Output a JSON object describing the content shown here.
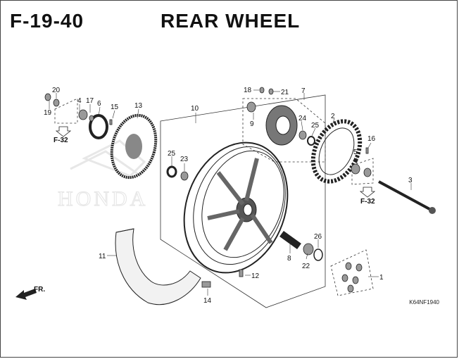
{
  "header": {
    "code": "F-19-40",
    "title": "REAR WHEEL"
  },
  "watermark": "HONDA",
  "reference": "K64NF1940",
  "direction_marker": "FR.",
  "part_refs": [
    "F-32",
    "F-32"
  ],
  "callouts": [
    "1",
    "2",
    "3",
    "4",
    "5",
    "6",
    "7",
    "8",
    "9",
    "10",
    "11",
    "12",
    "13",
    "14",
    "15",
    "16",
    "17",
    "18",
    "19",
    "20",
    "21",
    "22",
    "23",
    "24",
    "25",
    "25",
    "26"
  ]
}
